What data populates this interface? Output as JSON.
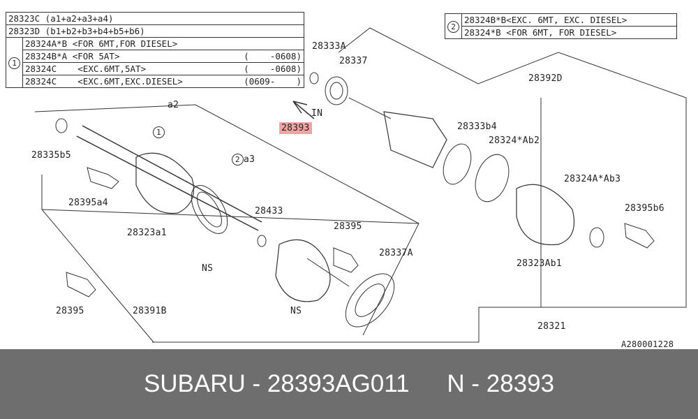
{
  "table1": {
    "rows": [
      "28323C (a1+a2+a3+a4)",
      "28323D (b1+b2+b3+b4+b5+b6)"
    ],
    "group_marker": "1",
    "group_rows": [
      {
        "part": "28324A*B",
        "desc": "<FOR 6MT,FOR DIESEL>",
        "range": ""
      },
      {
        "part": "28324B*A",
        "desc": "<FOR 5AT>",
        "range": "(    -0608)"
      },
      {
        "part": "28324C",
        "desc": "<EXC.6MT,5AT>",
        "range": "(    -0608)"
      },
      {
        "part": "28324C",
        "desc": "<EXC.6MT,EXC.DIESEL>",
        "range": "(0609-    )"
      }
    ]
  },
  "table2": {
    "group_marker": "2",
    "group_rows": [
      {
        "part": "28324B*B",
        "desc": "<EXC. 6MT, EXC. DIESEL>"
      },
      {
        "part": "28324*B",
        "desc": "<FOR 6MT, FOR DIESEL>"
      }
    ]
  },
  "labels": {
    "l28333A": "28333A",
    "l28337": "28337",
    "l28392D": "28392D",
    "la2": "a2",
    "l28393": "28393",
    "lIN": "IN",
    "l28333b4": "28333b4",
    "l28324Ab2": "28324*Ab2",
    "l28335b5": "28335b5",
    "lc1": "1",
    "lc2": "2",
    "la3": "a3",
    "l28324AAb3": "28324A*Ab3",
    "l28395a4": "28395a4",
    "l28395b6": "28395b6",
    "l28433": "28433",
    "l28395m": "28395",
    "l28323a1": "28323a1",
    "l28337A": "28337A",
    "l28323Ab1": "28323Ab1",
    "lNS1": "NS",
    "lNS2": "NS",
    "l28395l": "28395",
    "l28391B": "28391B",
    "l28321": "28321",
    "ref": "A280001228"
  },
  "highlight_color": "#f4a3a3",
  "footer": {
    "brand_part": "SUBARU - 28393AG011",
    "ref_part": "N - 28393"
  }
}
